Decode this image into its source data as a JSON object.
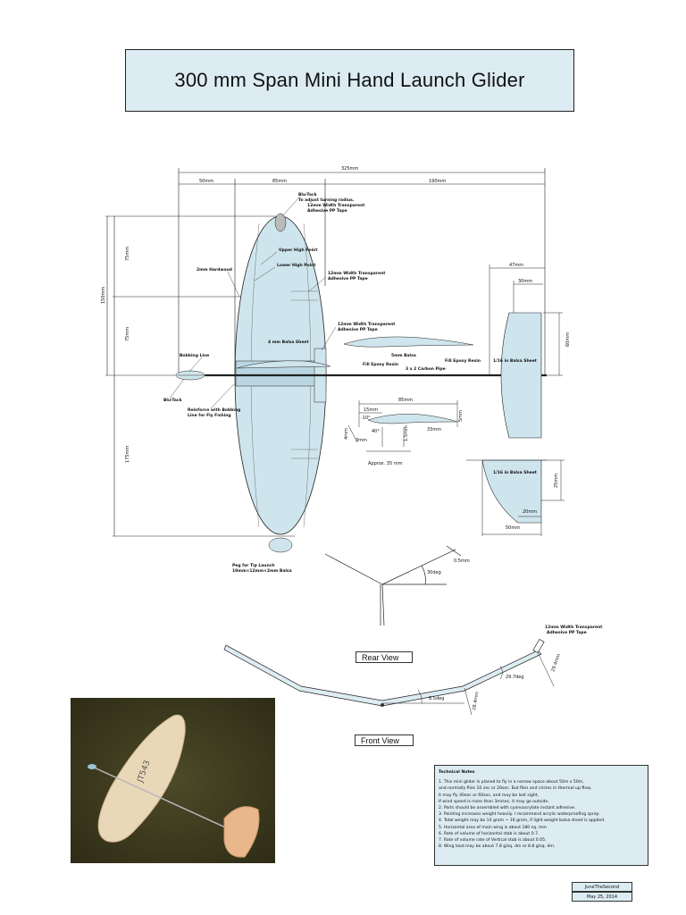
{
  "title": "300 mm Span Mini Hand Launch Glider",
  "dimensions": {
    "total_span": "325mm",
    "seg_left": "50mm",
    "seg_mid": "85mm",
    "seg_right": "190mm",
    "height_upper": "75mm",
    "height_mid": "75mm",
    "height_total": "150mm",
    "height_lower": "175mm",
    "stab_span": "47mm",
    "stab_inner": "30mm",
    "stab_height": "60mm",
    "airfoil_chord": "85mm",
    "airfoil_front": "15mm",
    "airfoil_angle1": "-10°",
    "airfoil_angle2": "40°",
    "airfoil_thick1": "4mm",
    "airfoil_thick2": "1.5mm",
    "airfoil_small": "3mm",
    "airfoil_rear": "33mm",
    "airfoil_approx": "Approx. 35 mm",
    "airfoil_height": "5mm",
    "fin_height": "25mm",
    "fin_inner": "20mm",
    "fin_width": "50mm",
    "rear_angle": "30deg",
    "rear_tip": "0.5mm",
    "front_dihedral1": "8.5deg",
    "front_dihedral2": "29.7deg",
    "front_h1": "28.4mm",
    "front_h2": "29.4mm"
  },
  "annotations": {
    "blu_tack_top": "Blu-Tack",
    "blu_tack_top2": "To adjust turning radius.",
    "tape_top": "12mm Width Transparent",
    "tape_top2": "Adhesive PP Tape",
    "upper_high": "Upper High Point",
    "lower_high": "Lower High Point",
    "hardwood": "2mm Hardwood",
    "tape_mid": "12mm Width Transparent",
    "tape_mid2": "Adhesive PP Tape",
    "tape_foil": "12mm Width Transparent",
    "tape_foil2": "Adhesive PP Tape",
    "balsa_sheet": "4 mm Balsa Sheet",
    "balsa_5mm": "5mm Balsa",
    "fill_epoxy1": "Fill Epoxy Resin",
    "fill_epoxy2": "Fill Epoxy Resin",
    "carbon_pipe": "3 x 2 Carbon Pipe",
    "stab_balsa": "1/16 in Balsa Sheet",
    "fin_balsa": "1/16 in Balsa Sheet",
    "bobbing_line": "Bobbing Line",
    "blu_tack_nose": "Blu-Tack",
    "reinforce1": "Reinforce with Bobbing",
    "reinforce2": "Line for Fly Fishing",
    "peg1": "Peg for Tip Launch",
    "peg2": "10mm×12mm×2mm Balsa",
    "tape_front": "12mm Width Transparent",
    "tape_front2": "Adhesive PP Tape"
  },
  "views": {
    "rear": "Rear View",
    "front": "Front View"
  },
  "notes": {
    "title": "Technical Notes",
    "lines": [
      "1. This mini glider is planed to fly in a narrow space about 50m x 50m,",
      "   and normally flies 10 sec or 20sec. But flies and circles in thermal up-flow,",
      "   it may fly 40sec or 60sec, and may be lost sight,",
      "   If wind speed is more than 3m/sec, it may go outside.",
      "2. Parts should be assembled with cyanoacrylate instant adhesive.",
      "3. Painting increases weight heavily. I recommend acrylic waterproofing spray.",
      "4. Total weight may be 14 gram ~ 16 gram, if light weight balsa sheet is applied.",
      "5. Horizontal area of main wing is about 180 sq. mm",
      "6. Rate of volume of horizontal stab is about 0.7.",
      "7. Rate of volume rate of Vertical stab is about 0.05.",
      "8. Wing load may be about 7.8 g/sq. dm or 8.8 g/sq. dm."
    ]
  },
  "signature": {
    "author": "JuneTheSecond",
    "date": "May 25, 2014"
  },
  "photo": {
    "label": "JT543"
  },
  "colors": {
    "wing_fill": "#cfe5ee",
    "panel_fill": "#dcecf2",
    "line": "#222222"
  }
}
